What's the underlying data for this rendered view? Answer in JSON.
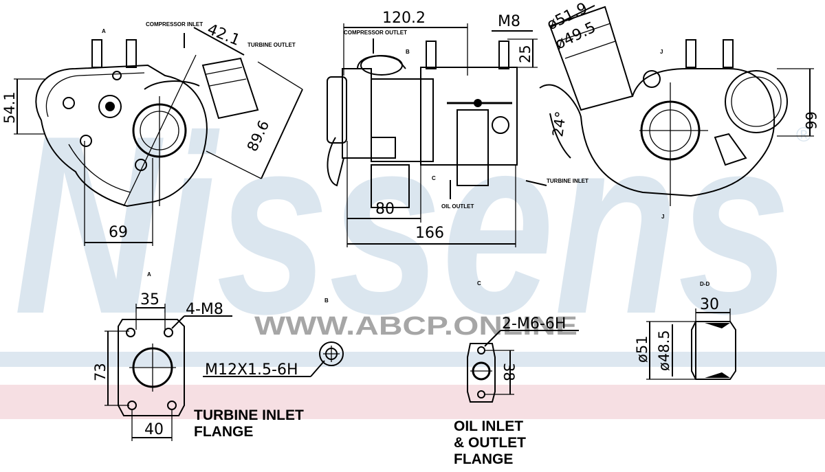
{
  "brand": {
    "watermark": "Nissens",
    "registered_mark": "®",
    "site": "WWW.ABCP.ONLINE",
    "colors": {
      "watermark_blue": "#dbe6ef",
      "band_blue": "#dde7f0",
      "band_pink": "#f6dfe3",
      "site_gray": "#a6a6a6",
      "ink": "#000000"
    }
  },
  "views": {
    "left": {
      "dims": {
        "height": "54.1",
        "offset": "42.1",
        "diag": "89.6",
        "width": "69"
      },
      "small_labels": {
        "compressor_inlet": "COMPRESSOR INLET",
        "turbine_outlet": "TURBINE OUTLET",
        "section": "A"
      }
    },
    "middle": {
      "dims": {
        "top": "120.2",
        "thread": "M8",
        "gap": "25",
        "inner": "80",
        "total": "166"
      },
      "small_labels": {
        "compressor_outlet": "COMPRESSOR OUTLET",
        "detail_b": "B",
        "detail_c": "C",
        "oil_outlet": "OIL OUTLET",
        "turbine_inlet": "TURBINE INLET"
      }
    },
    "right": {
      "dims": {
        "outer": "ø51.9",
        "inner": "ø49.5",
        "angle": "24°",
        "height": "66"
      },
      "small_labels": {
        "section": "J",
        "section_bottom": "J"
      }
    }
  },
  "details": {
    "turbine_flange": {
      "title": "A",
      "dims": {
        "top": "35",
        "bolts": "4-M8",
        "height": "73",
        "bottom": "40"
      },
      "label_line1": "TURBINE INLET",
      "label_line2": "FLANGE"
    },
    "oil_fitting": {
      "title": "B",
      "thread": "M12X1.5-6H"
    },
    "oil_flange": {
      "title": "C",
      "dims": {
        "bolts": "2-M6-6H",
        "spacing": "38"
      },
      "label_line1": "OIL INLET",
      "label_line2": "& OUTLET",
      "label_line3": "FLANGE"
    },
    "outlet_section": {
      "title": "D-D",
      "dims": {
        "width": "30",
        "outer": "ø51",
        "inner": "ø48.5"
      }
    }
  }
}
